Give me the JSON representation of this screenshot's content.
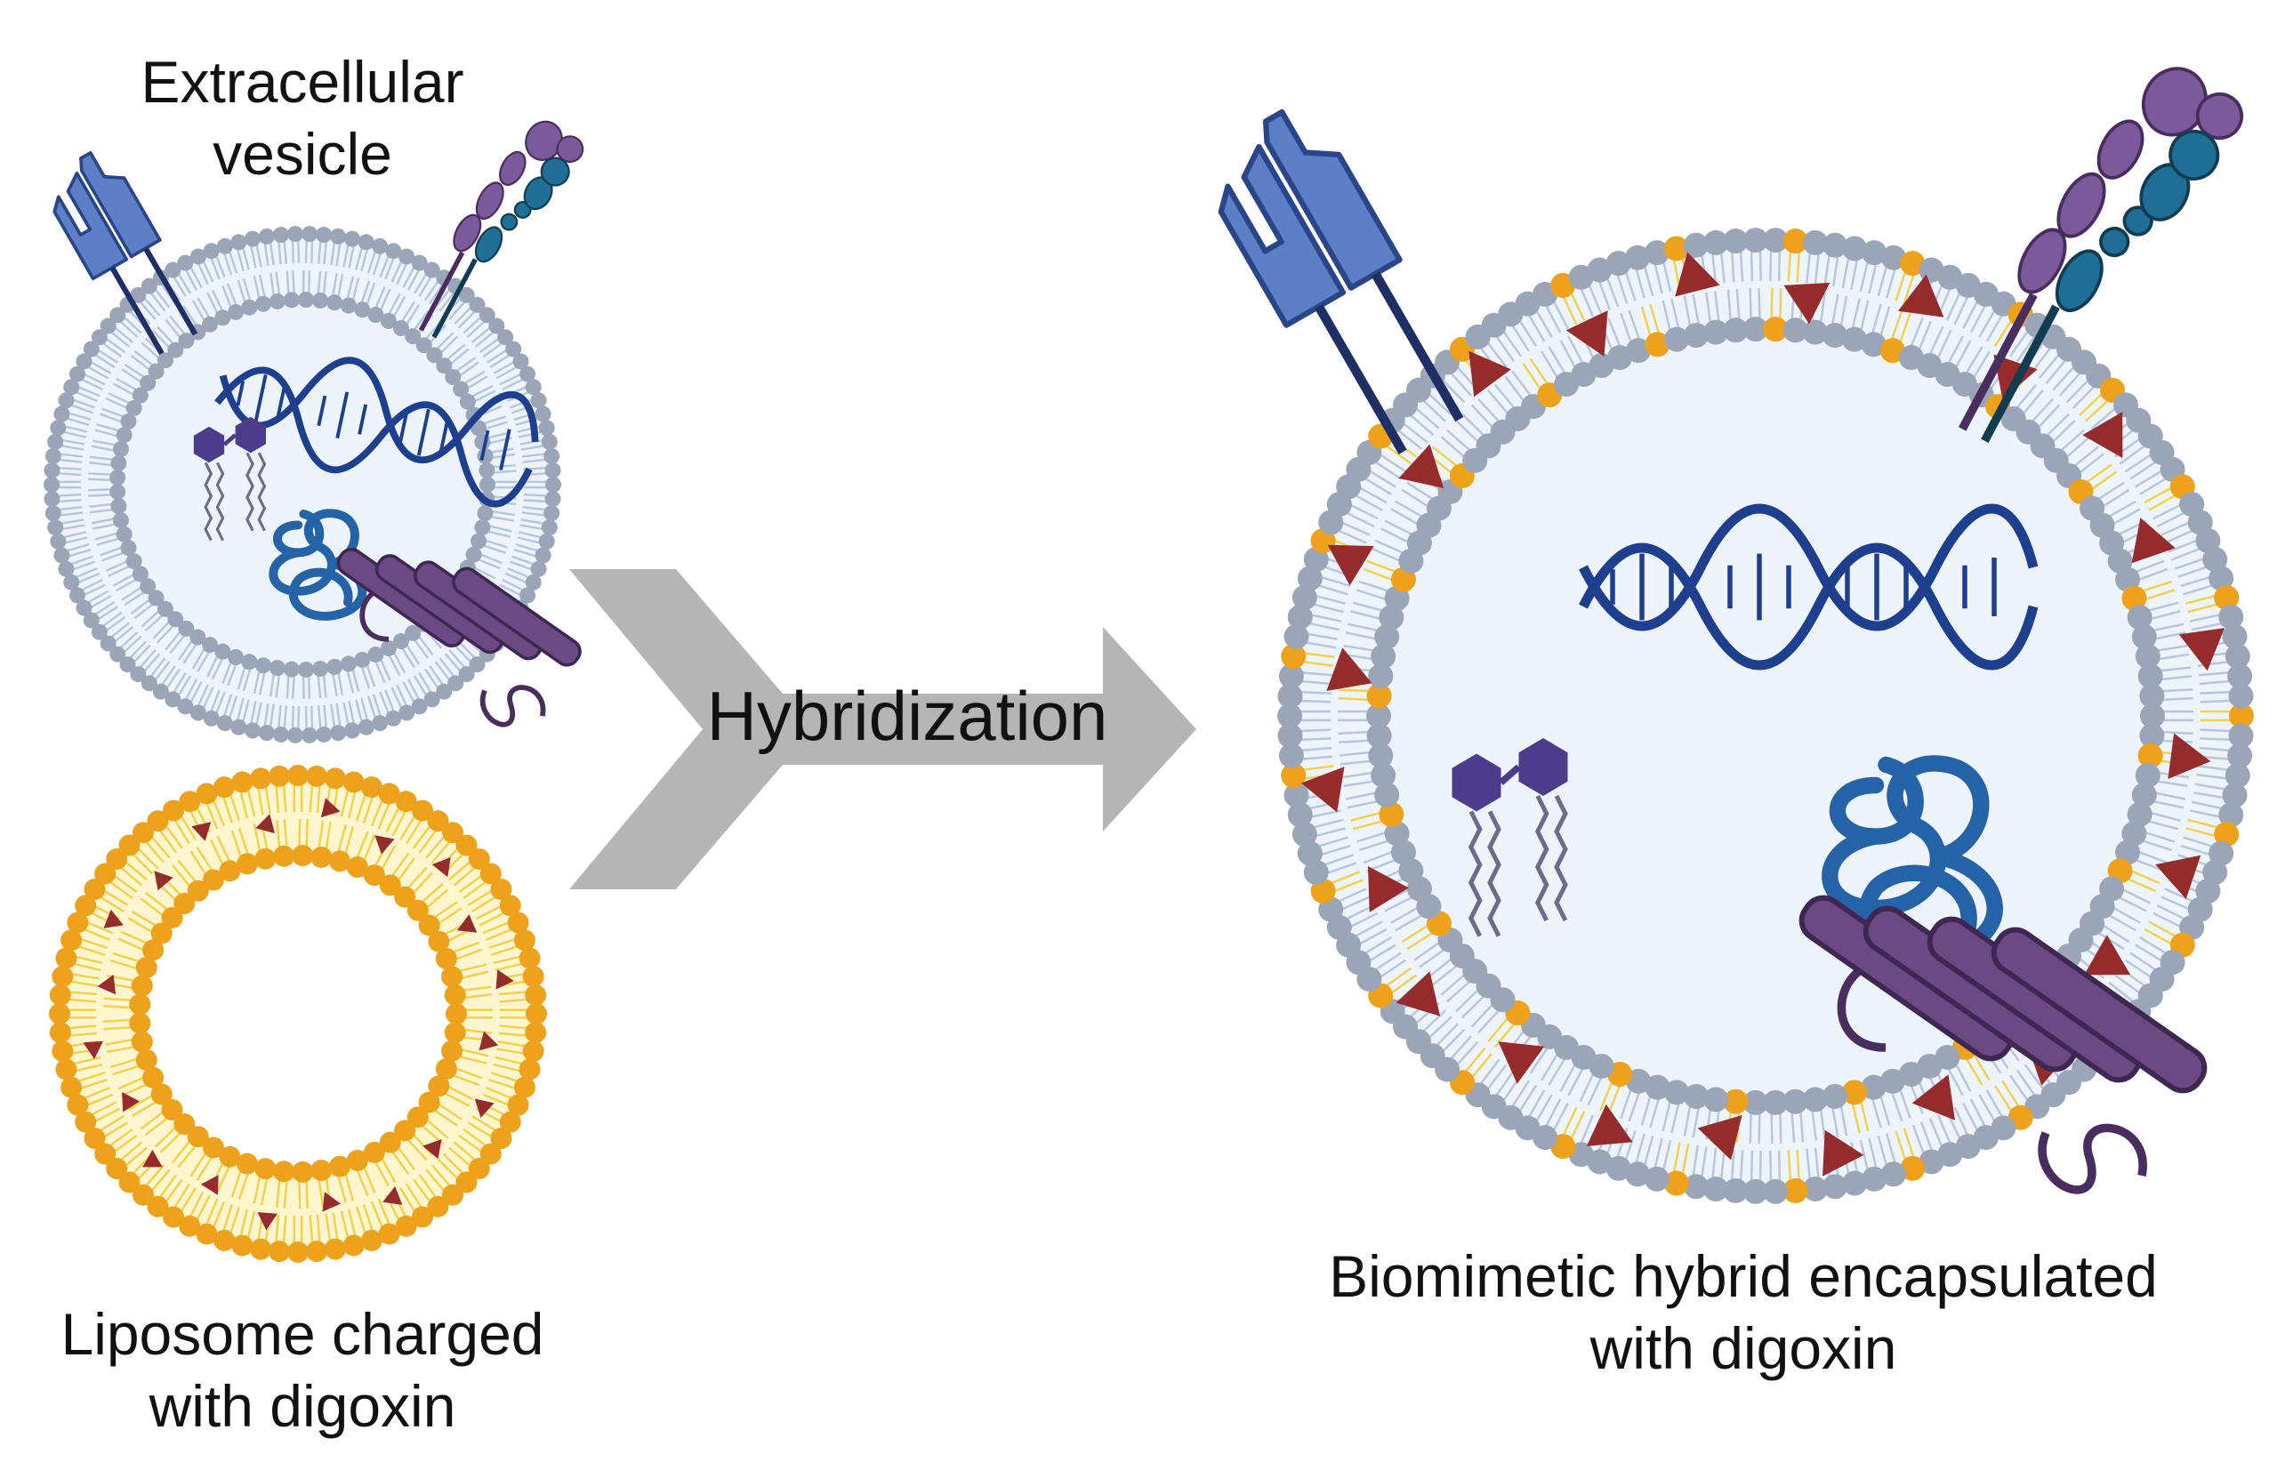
{
  "labels": {
    "ev_line1": "Extracellular",
    "ev_line2": "vesicle",
    "liposome_line1": "Liposome charged",
    "liposome_line2": "with digoxin",
    "arrow": "Hybridization",
    "hybrid_line1": "Biomimetic hybrid encapsulated",
    "hybrid_line2": "with digoxin"
  },
  "colors": {
    "ev_head": "#9aa6b8",
    "ev_tail": "#b9c6db",
    "ev_lumen": "#eef4fb",
    "lipo_head": "#eea21b",
    "lipo_tail": "#f0d24e",
    "lipo_fill": "#fff6cf",
    "digoxin": "#962b2b",
    "arrow": "#b5b5b5",
    "protein_blue": "#5d7fc7",
    "protein_purple": "#7b5a9c",
    "protein_teal": "#1f6e96",
    "dna": "#1e3f8f",
    "rna_coil": "#2563a8",
    "lipid_hexagon": "#4b3d8c"
  },
  "icons": {
    "ev_receptor": "receptor-protein-icon",
    "ev_antibody": "antibody-protein-icon",
    "dna": "dna-helix-icon",
    "rna": "rna-coil-icon",
    "lipid": "glycolipid-icon",
    "channel": "transmembrane-protein-icon",
    "digoxin": "digoxin-triangle-icon"
  }
}
